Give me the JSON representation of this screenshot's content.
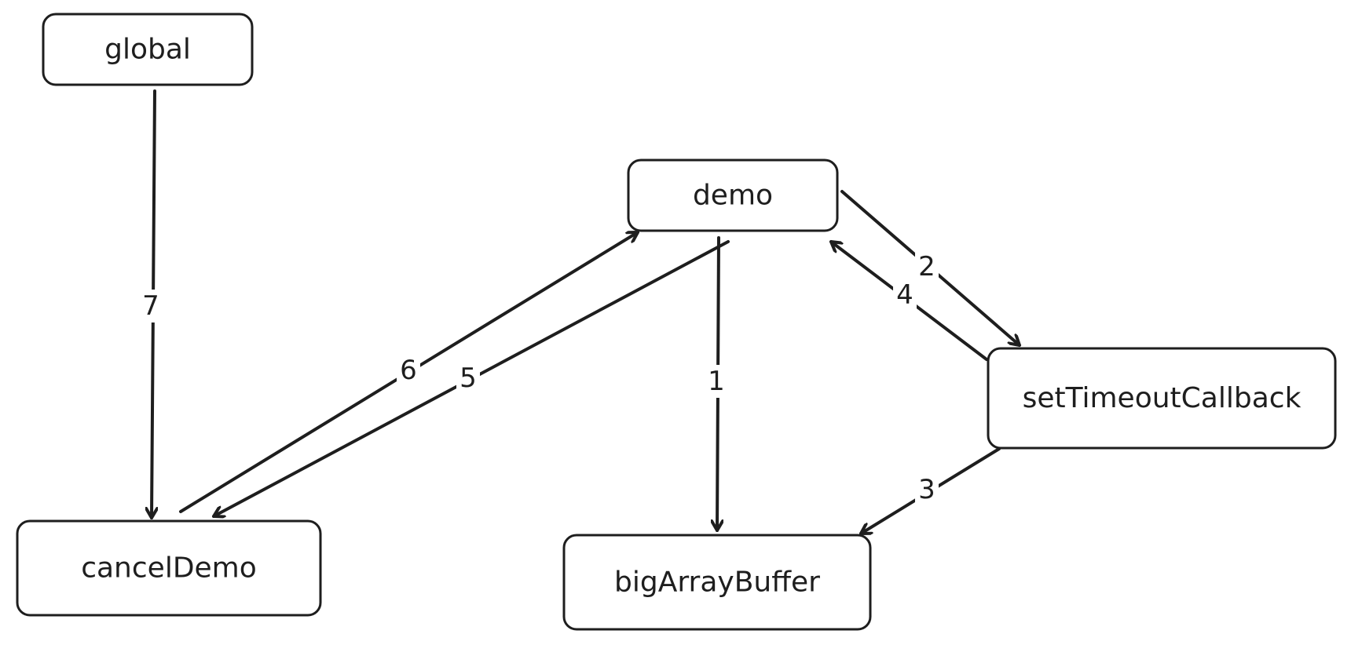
{
  "diagram": {
    "nodes": [
      {
        "id": "global",
        "label": "global"
      },
      {
        "id": "demo",
        "label": "demo"
      },
      {
        "id": "setTimeoutCallback",
        "label": "setTimeoutCallback"
      },
      {
        "id": "cancelDemo",
        "label": "cancelDemo"
      },
      {
        "id": "bigArrayBuffer",
        "label": "bigArrayBuffer"
      }
    ],
    "edges": [
      {
        "from": "demo",
        "to": "bigArrayBuffer",
        "label": "1"
      },
      {
        "from": "demo",
        "to": "setTimeoutCallback",
        "label": "2"
      },
      {
        "from": "setTimeoutCallback",
        "to": "bigArrayBuffer",
        "label": "3"
      },
      {
        "from": "setTimeoutCallback",
        "to": "demo",
        "label": "4"
      },
      {
        "from": "demo",
        "to": "cancelDemo",
        "label": "5"
      },
      {
        "from": "cancelDemo",
        "to": "demo",
        "label": "6"
      },
      {
        "from": "global",
        "to": "cancelDemo",
        "label": "7"
      }
    ]
  },
  "colors": {
    "stroke": "#1e1e1e",
    "background": "#ffffff"
  }
}
